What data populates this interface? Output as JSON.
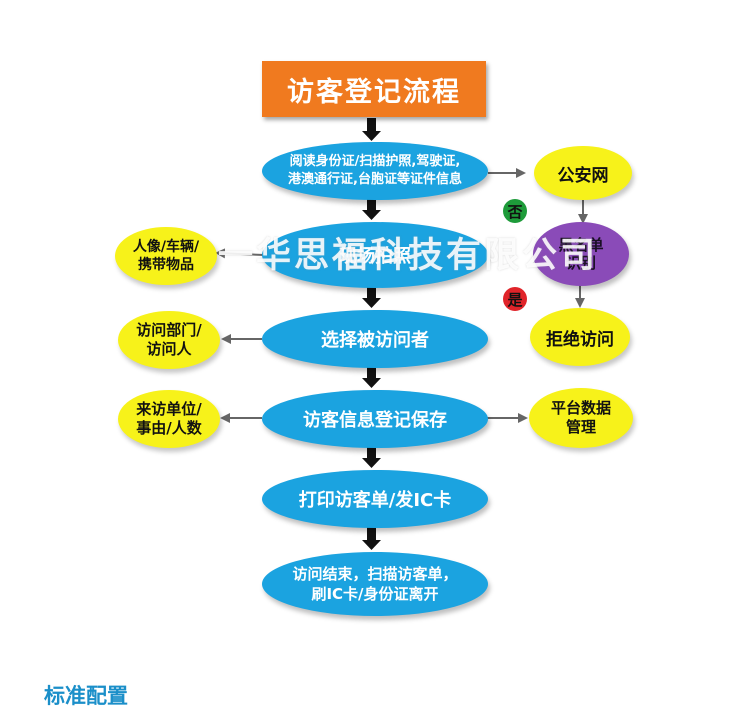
{
  "title": "访客登记流程",
  "steps": {
    "read_id": [
      "阅读身份证/扫描护照,驾驶证,",
      "港澳通行证,台胞证等证件信息"
    ],
    "photo": "现场拍照",
    "select_host": "选择被访问者",
    "save_info": "访客信息登记保存",
    "print_card": "打印访客单/发IC卡",
    "leave": [
      "访问结束，扫描访客单，",
      "刷IC卡/身份证离开"
    ]
  },
  "side_items": {
    "police_net": "公安网",
    "blacklist": [
      "黑名单",
      "识别"
    ],
    "reject": "拒绝访问",
    "portrait": [
      "人像/车辆/",
      "携带物品"
    ],
    "department": [
      "访问部门/",
      "访问人"
    ],
    "unit": [
      "来访单位/",
      "事由/人数"
    ],
    "platform": [
      "平台数据",
      "管理"
    ]
  },
  "badges": {
    "no": {
      "label": "否",
      "color": "#1e9b3a"
    },
    "yes": {
      "label": "是",
      "color": "#e0242a"
    }
  },
  "watermark": "一华思福科技有限公司",
  "footer_heading": "标准配置",
  "colors": {
    "title_bg": "#f07a1f",
    "process_bg": "#1ba3e0",
    "side_bg": "#f7f21a",
    "blacklist_bg": "#8a4bb8",
    "arrow": "#111111",
    "side_arrow": "#666666"
  }
}
